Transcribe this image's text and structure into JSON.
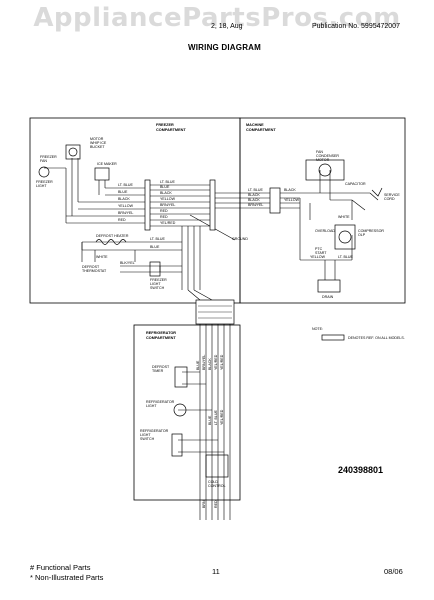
{
  "watermark": "AppliancePartsPros.com",
  "header": {
    "left": "2, 18, Aug",
    "right": "Publication No.  5995472007",
    "title": "WIRING DIAGRAM"
  },
  "sections": {
    "freezer": [
      "FREEZER",
      "COMPARTMENT"
    ],
    "machine": [
      "MACHINE",
      "COMPARTMENT"
    ],
    "refrigerator": [
      "REFRIGERATOR",
      "COMPARTMENT"
    ]
  },
  "components": {
    "freezer_fan": [
      "FREEZER",
      "FAN"
    ],
    "motor_ice": [
      "MOTOR",
      "WHIP ICE",
      "BUCKET"
    ],
    "ice_maker": "ICE MAKER",
    "freezer_light": [
      "FREEZER",
      "LIGHT"
    ],
    "defrost_heater": "DEFROST HEATER",
    "defrost_thermostat": [
      "DEFROST",
      "THERMOSTAT"
    ],
    "freezer_light_sw": [
      "FREEZER",
      "LIGHT",
      "SWITCH"
    ],
    "drain": "DRAIN",
    "capacitor": "CAPACITOR",
    "fan_condenser": [
      "FAN",
      "CONDENSER",
      "MOTOR"
    ],
    "compressor": [
      "COMPRESSOR",
      "OLP"
    ],
    "service_cord": [
      "SERVICE",
      "CORD"
    ],
    "defrost_timer": [
      "DEFROST",
      "TIMER"
    ],
    "refrig_light": [
      "REFRIGERATOR",
      "LIGHT"
    ],
    "refrig_light_sw": [
      "REFRIGERATOR",
      "LIGHT",
      "SWITCH"
    ],
    "cold_control": [
      "COLD",
      "CONTROL"
    ],
    "overload": "OVERLOAD",
    "ptc_start": [
      "PTC",
      "START"
    ]
  },
  "wires": {
    "freezer_harness": [
      "LT. BLUE",
      "BLUE",
      "BLACK",
      "YELLOW",
      "BRN/YEL",
      "RED",
      "RED",
      "YEL/RED"
    ],
    "machine_harness": [
      "LT. BLUE",
      "BLACK",
      "BLACK",
      "BRN/YEL"
    ],
    "misc": [
      "BLACK",
      "YELLOW",
      "LT. BLUE",
      "WHITE",
      "BLK/YEL",
      "LT. BLUE",
      "BLUE",
      "WHITE",
      "YELLOW"
    ],
    "refrig_vertical": [
      "BLUE",
      "BRN/YEL",
      "BLACK",
      "YEL/RED",
      "YEL/RED",
      "BLUE",
      "LT. BLUE",
      "YEL/RED",
      "BRN",
      "RED"
    ],
    "ground_label": "GROUND"
  },
  "note": {
    "label": "NOTE:",
    "text": "DENOTES REF. ON ALL MODELS."
  },
  "doc_number": "240398801",
  "footer": {
    "functional": "# Functional Parts",
    "non_illustrated": "* Non-Illustrated Parts",
    "page": "11",
    "date": "08/06"
  }
}
